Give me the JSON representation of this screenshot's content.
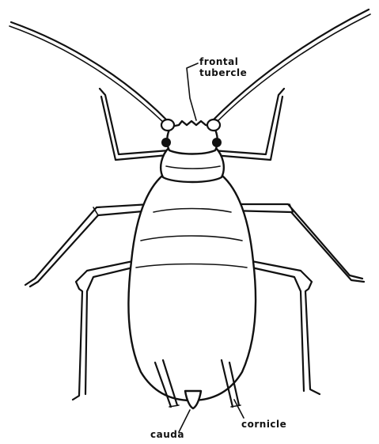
{
  "diagram": {
    "labels": {
      "frontal_tubercle_line1": "frontal",
      "frontal_tubercle_line2": "tubercle",
      "cornicle": "cornicle",
      "cauda": "cauda"
    }
  }
}
